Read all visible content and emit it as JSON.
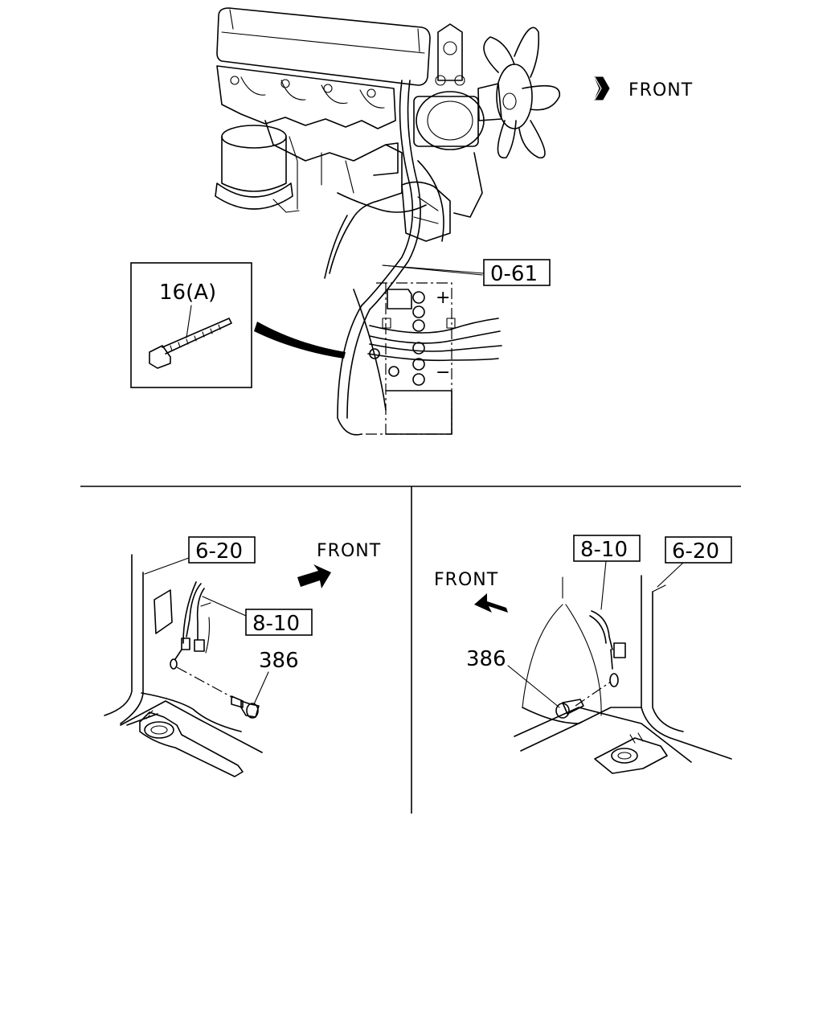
{
  "top_view": {
    "front_label": "FRONT",
    "callout_harness": "0-61",
    "inset_part": "16(A)",
    "battery_plus": "+",
    "battery_minus": "−"
  },
  "left_view": {
    "front_label": "FRONT",
    "callout_body": "6-20",
    "callout_harness": "8-10",
    "bolt_part": "386"
  },
  "right_view": {
    "front_label": "FRONT",
    "callout_body": "6-20",
    "callout_harness": "8-10",
    "bolt_part": "386"
  }
}
